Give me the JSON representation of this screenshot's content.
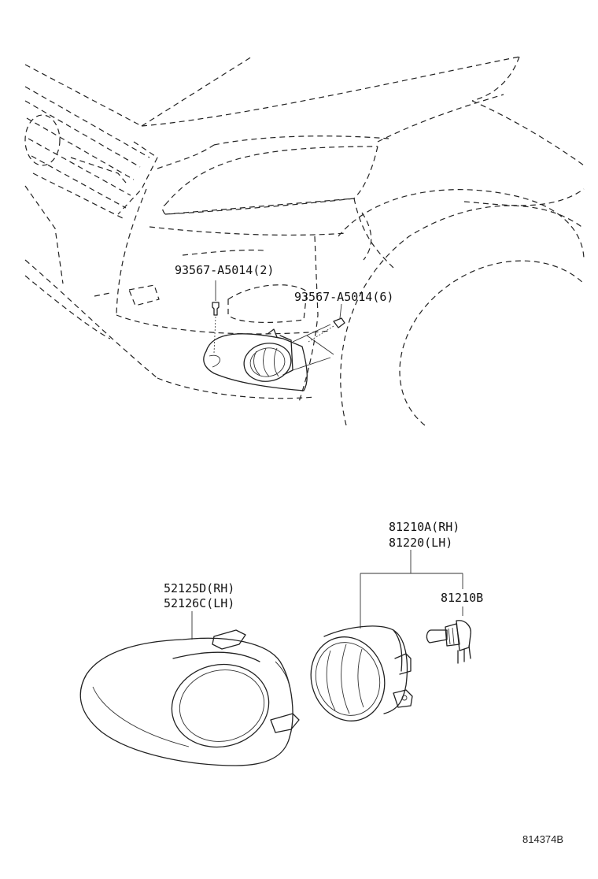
{
  "diagram": {
    "parts": {
      "clip_a": "93567-A5014(2)",
      "clip_b": "93567-A5014(6)",
      "lamp_assy_rh": "81210A(RH)",
      "lamp_assy_lh": "81220(LH)",
      "bulb": "81210B",
      "cover_rh": "52125D(RH)",
      "cover_lh": "52126C(LH)"
    },
    "reference_code": "814374B"
  }
}
